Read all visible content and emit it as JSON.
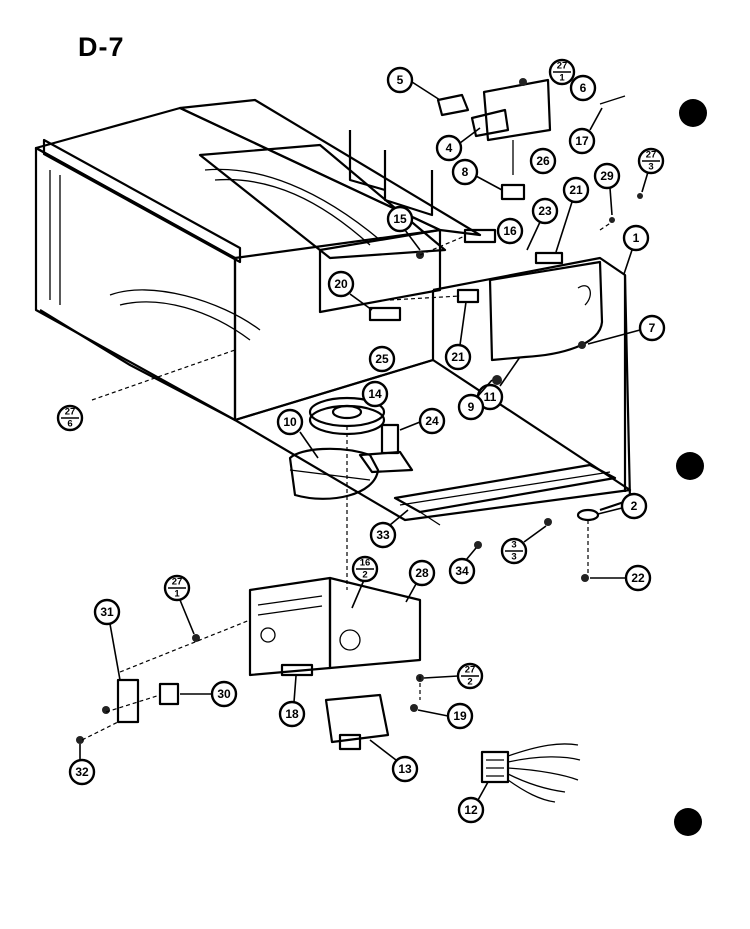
{
  "diagram": {
    "page_code": "D-7",
    "callouts": [
      {
        "id": "c5",
        "label": "5"
      },
      {
        "id": "c27-1-top",
        "num": "27",
        "den": "1"
      },
      {
        "id": "c6",
        "label": "6"
      },
      {
        "id": "c4",
        "label": "4"
      },
      {
        "id": "c17",
        "label": "17"
      },
      {
        "id": "c26",
        "label": "26"
      },
      {
        "id": "c8",
        "label": "8"
      },
      {
        "id": "c29",
        "label": "29"
      },
      {
        "id": "c27-3",
        "num": "27",
        "den": "3"
      },
      {
        "id": "c21-top",
        "label": "21"
      },
      {
        "id": "c23",
        "label": "23"
      },
      {
        "id": "c15",
        "label": "15"
      },
      {
        "id": "c16",
        "label": "16"
      },
      {
        "id": "c1",
        "label": "1"
      },
      {
        "id": "c20",
        "label": "20"
      },
      {
        "id": "c7",
        "label": "7"
      },
      {
        "id": "c25",
        "label": "25"
      },
      {
        "id": "c21-mid",
        "label": "21"
      },
      {
        "id": "c11",
        "label": "11"
      },
      {
        "id": "c9",
        "label": "9"
      },
      {
        "id": "c27-6",
        "num": "27",
        "den": "6"
      },
      {
        "id": "c14",
        "label": "14"
      },
      {
        "id": "c10",
        "label": "10"
      },
      {
        "id": "c24",
        "label": "24"
      },
      {
        "id": "c2",
        "label": "2"
      },
      {
        "id": "c33",
        "label": "33"
      },
      {
        "id": "c34",
        "label": "34"
      },
      {
        "id": "c3-3",
        "num": "3",
        "den": "3"
      },
      {
        "id": "c22",
        "label": "22"
      },
      {
        "id": "c16-2",
        "num": "16",
        "den": "2"
      },
      {
        "id": "c28",
        "label": "28"
      },
      {
        "id": "c27-1-low",
        "num": "27",
        "den": "1"
      },
      {
        "id": "c31",
        "label": "31"
      },
      {
        "id": "c30",
        "label": "30"
      },
      {
        "id": "c27-2",
        "num": "27",
        "den": "2"
      },
      {
        "id": "c18",
        "label": "18"
      },
      {
        "id": "c19",
        "label": "19"
      },
      {
        "id": "c13",
        "label": "13"
      },
      {
        "id": "c32",
        "label": "32"
      },
      {
        "id": "c12",
        "label": "12"
      }
    ]
  }
}
